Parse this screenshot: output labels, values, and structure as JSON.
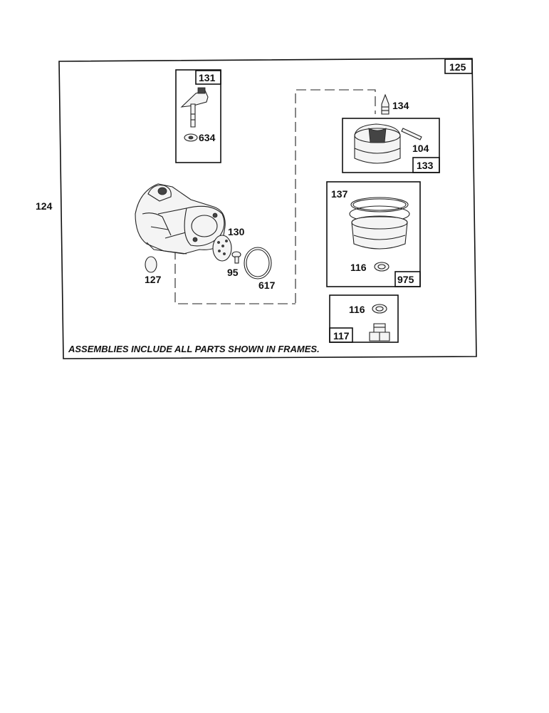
{
  "labels": {
    "p124": "124",
    "p125": "125",
    "p131": "131",
    "p634": "634",
    "p134": "134",
    "p104": "104",
    "p133": "133",
    "p137": "137",
    "p116a": "116",
    "p975": "975",
    "p130": "130",
    "p95": "95",
    "p617": "617",
    "p127": "127",
    "p116b": "116",
    "p117": "117"
  },
  "note": "ASSEMBLIES INCLUDE ALL PARTS SHOWN IN FRAMES.",
  "icons": {
    "carburetor": "carburetor-icon",
    "throttle_shaft": "throttle-shaft-icon",
    "needle": "needle-icon",
    "float": "float-icon",
    "bowl": "float-bowl-icon",
    "nut": "bowl-nut-icon"
  }
}
